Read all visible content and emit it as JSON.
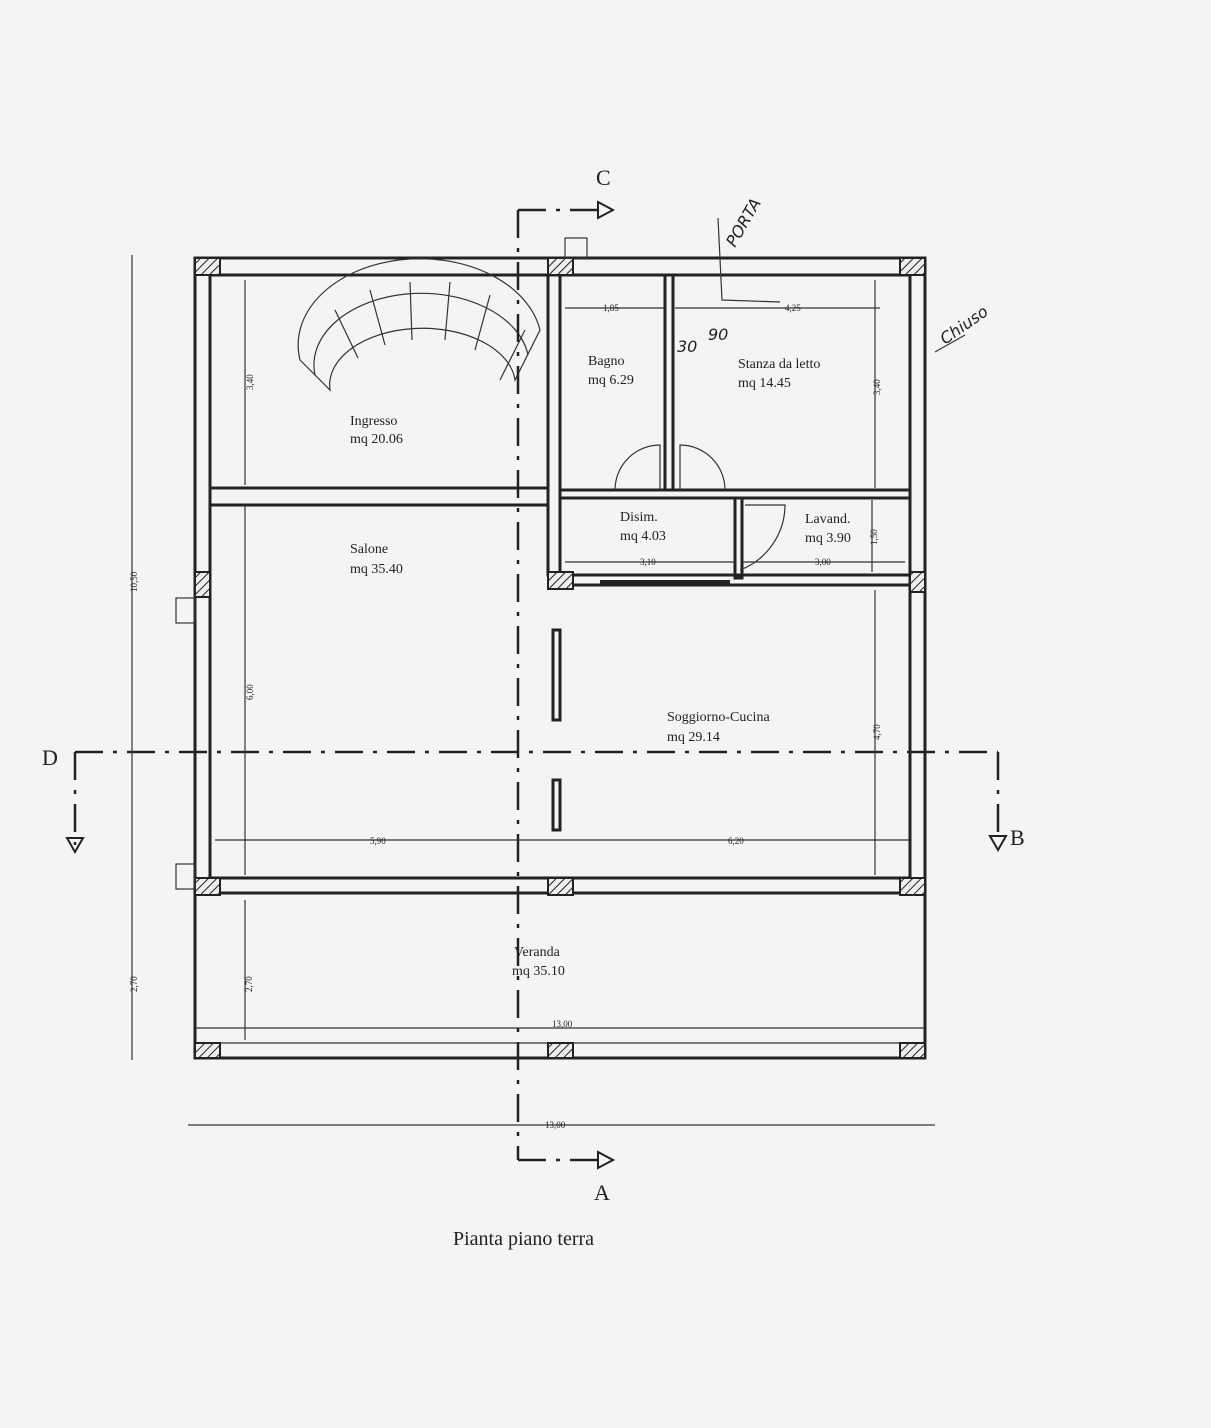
{
  "title": "Pianta piano terra",
  "rooms": [
    {
      "name": "Ingresso",
      "area": "mq 20.06"
    },
    {
      "name": "Bagno",
      "area": "mq 6.29"
    },
    {
      "name": "Stanza da letto",
      "area": "mq 14.45"
    },
    {
      "name": "Disim.",
      "area": "mq 4.03"
    },
    {
      "name": "Lavand.",
      "area": "mq 3.90"
    },
    {
      "name": "Salone",
      "area": "mq 35.40"
    },
    {
      "name": "Soggiorno-Cucina",
      "area": "mq 29.14"
    },
    {
      "name": "Veranda",
      "area": "mq 35.10"
    }
  ],
  "dimensions": {
    "bagno_w": "1,85",
    "letto_w": "4,25",
    "ingresso_h": "3,40",
    "letto_h": "3,40",
    "lavand_h": "1,50",
    "disim_w": "3,10",
    "lavand_w": "3,00",
    "total_h": "10,50",
    "salone_h": "6,00",
    "soggiorno_h": "4,70",
    "salone_w": "5,90",
    "soggiorno_w": "6,20",
    "veranda_h_outer": "2,70",
    "veranda_h_inner": "2,70",
    "veranda_w": "13,00",
    "total_w": "13,00"
  },
  "sections": {
    "c": "C",
    "a": "A",
    "d": "D",
    "b": "B"
  },
  "handwritten": {
    "porta": "PORTA",
    "n30": "30",
    "n90": "90",
    "chiuso": "Chiuso"
  }
}
